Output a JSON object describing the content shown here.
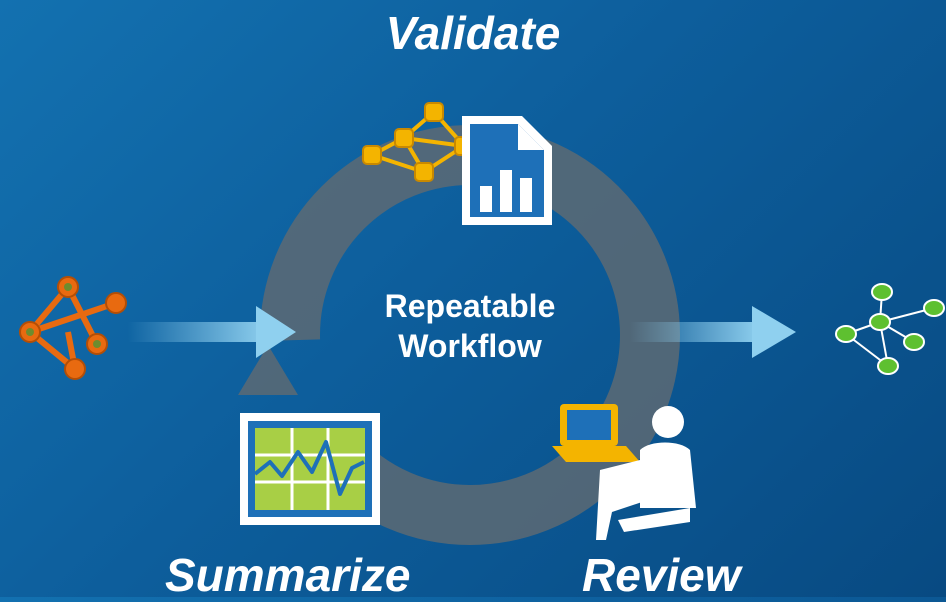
{
  "diagram": {
    "center": {
      "line1": "Repeatable",
      "line2": "Workflow"
    },
    "stages": {
      "validate": "Validate",
      "summarize": "Summarize",
      "review": "Review"
    },
    "icons": {
      "input": "network-graph-icon",
      "validate": "network-report-icon",
      "summarize": "chart-monitor-icon",
      "review": "person-laptop-icon",
      "output": "network-graph-icon"
    },
    "colors": {
      "background": "#0d5e9c",
      "cycle": "#5d6a73",
      "arrow": "#8fd0ef",
      "input_nodes": "#e86a10",
      "output_nodes": "#5ec030",
      "validate_nodes": "#f4b400",
      "chart_fill": "#a8cf45",
      "laptop": "#f4b400"
    }
  }
}
